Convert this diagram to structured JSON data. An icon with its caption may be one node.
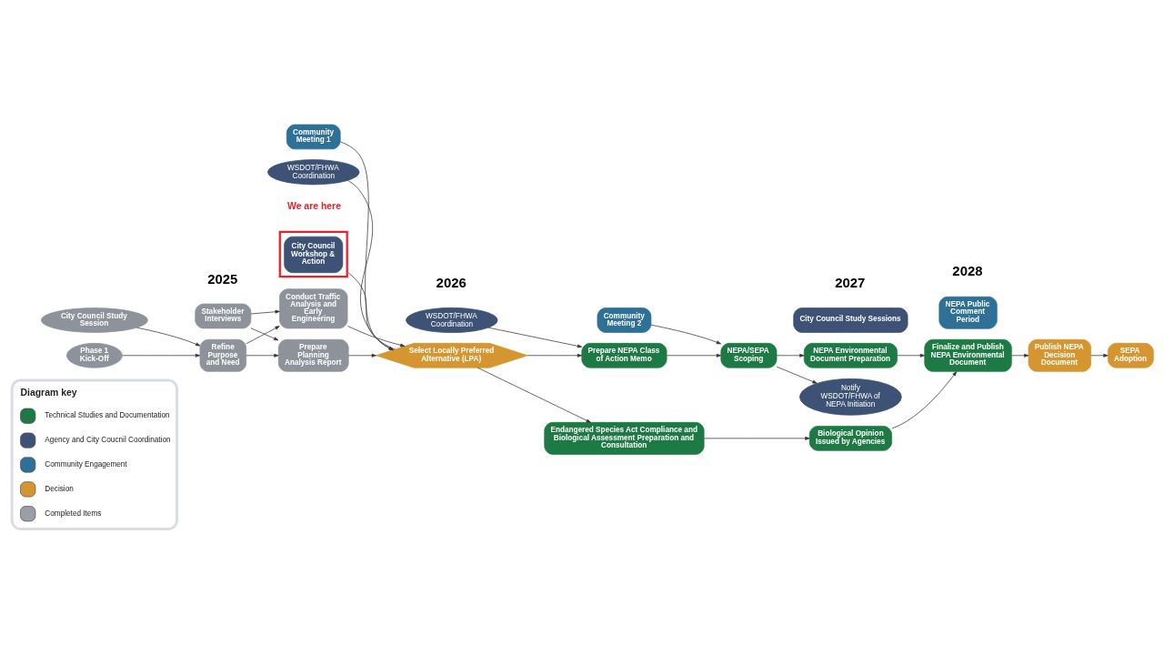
{
  "diagram": {
    "nodes": [
      {
        "text": [
          "Phase 1 Kick-Off"
        ]
      },
      {
        "text": [
          "City Council Study Session"
        ]
      },
      {
        "text": [
          "Refine Purpose and Need"
        ]
      },
      {
        "text": [
          "Stakeholder Interviews"
        ]
      },
      {
        "text": [
          "Conduct Traffic Analysis and Early Engineering"
        ]
      },
      {
        "text": [
          "Prepare Planning Analysis Report"
        ]
      },
      {
        "text": [
          "Community Meeting 1"
        ]
      },
      {
        "text": [
          "WSDOT/FHWA Coordination"
        ]
      },
      {
        "text": [
          "City Council Workshop & Action"
        ]
      },
      {
        "text": [
          "Select Locally Preferred Alternative (LPA)"
        ]
      },
      {
        "text": [
          "WSDOT/FHWA Coordination"
        ]
      },
      {
        "text": [
          "Prepare NEPA Class of Action Memo"
        ]
      },
      {
        "text": [
          "Community Meeting 2"
        ]
      },
      {
        "text": [
          "NEPA/SEPA Scoping"
        ]
      },
      {
        "text": [
          "Notify WSDOT/FHWA of NEPA Initiation"
        ]
      },
      {
        "text": [
          "City Council Study Sessions"
        ]
      },
      {
        "text": [
          "NEPA Environmental Document Preparation"
        ]
      },
      {
        "text": [
          "NEPA Public Comment Period"
        ]
      },
      {
        "text": [
          "Finalize and Publish NEPA Environmental Document"
        ]
      },
      {
        "text": [
          "Publish NEPA Decision Document"
        ]
      },
      {
        "text": [
          "SEPA Adoption"
        ]
      },
      {
        "text": [
          "Endangered Species Act Compliance and Biological Assessment Preparation and Consultation"
        ]
      },
      {
        "text": [
          "Biological Opinion Issued by Agencies"
        ]
      }
    ],
    "edges": [
      {
        "from": 0,
        "to": 2,
        "arrow": "to"
      },
      {
        "from": 1,
        "to": 2,
        "arrow": "to"
      },
      {
        "from": 2,
        "to": 4,
        "arrow": "to"
      },
      {
        "from": 2,
        "to": 5,
        "arrow": "to"
      },
      {
        "from": 3,
        "to": 4,
        "arrow": "to"
      },
      {
        "from": 3,
        "to": 5,
        "arrow": "to"
      },
      {
        "from": 4,
        "to": 9,
        "arrow": "to"
      },
      {
        "from": 5,
        "to": 9,
        "arrow": "to"
      },
      {
        "from": 6,
        "to": 9,
        "arrow": "to"
      },
      {
        "from": 7,
        "to": 9,
        "arrow": "to"
      },
      {
        "from": 8,
        "to": 9,
        "arrow": "none"
      },
      {
        "from": 9,
        "to": 11,
        "arrow": "to"
      },
      {
        "from": 10,
        "to": 11,
        "arrow": "to"
      },
      {
        "from": 9,
        "to": 21,
        "arrow": "to"
      },
      {
        "from": 11,
        "to": 13,
        "arrow": "to"
      },
      {
        "from": 12,
        "to": 13,
        "arrow": "to"
      },
      {
        "from": 13,
        "to": 14,
        "arrow": "to"
      },
      {
        "from": 13,
        "to": 16,
        "arrow": "to"
      },
      {
        "from": 16,
        "to": 18,
        "arrow": "to"
      },
      {
        "from": 18,
        "to": 19,
        "arrow": "to"
      },
      {
        "from": 19,
        "to": 20,
        "arrow": "to"
      },
      {
        "from": 21,
        "to": 22,
        "arrow": "to"
      },
      {
        "from": 22,
        "to": 18,
        "arrow": "to"
      }
    ],
    "labels": [
      "2025",
      "2026",
      "2027",
      "2028",
      "We are here",
      "Diagram key"
    ],
    "legend": [
      {
        "text": "Technical Studies and Documentation",
        "color": "#1e7a45"
      },
      {
        "text": "Agency and City Coucnil Coordination",
        "color": "#3d5274"
      },
      {
        "text": "Community Engagement",
        "color": "#2e7096"
      },
      {
        "text": "Decision",
        "color": "#d5962f"
      },
      {
        "text": "Completed Items",
        "color": "#9a9ea6"
      }
    ]
  }
}
